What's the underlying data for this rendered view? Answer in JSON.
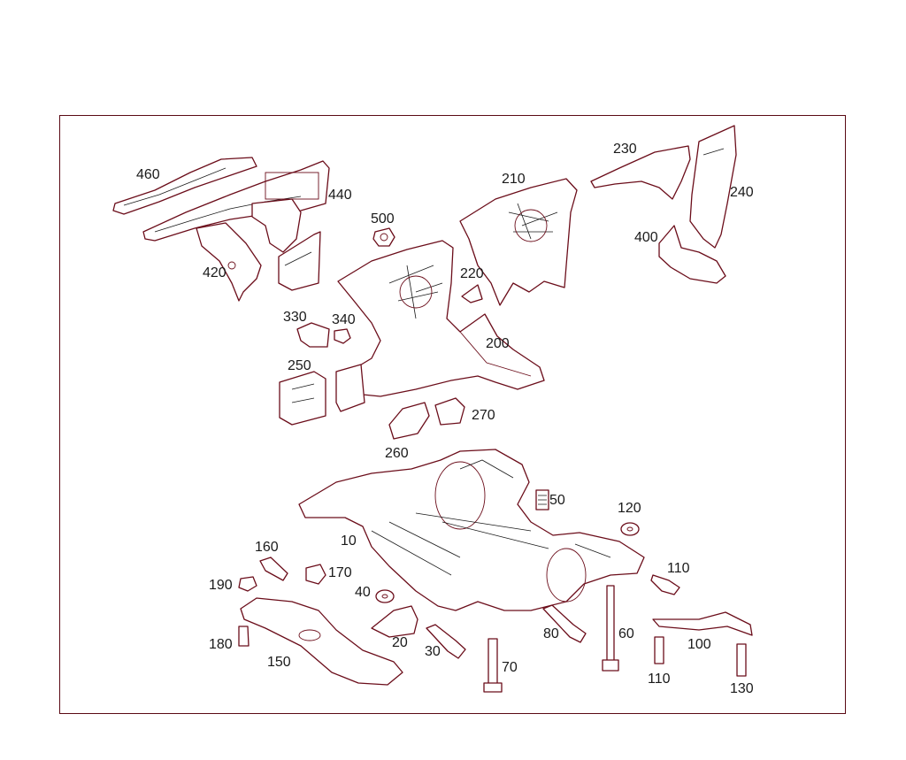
{
  "diagram": {
    "callouts": [
      {
        "id": "c460",
        "label": "460"
      },
      {
        "id": "c440",
        "label": "440"
      },
      {
        "id": "c420",
        "label": "420"
      },
      {
        "id": "c500",
        "label": "500"
      },
      {
        "id": "c210",
        "label": "210"
      },
      {
        "id": "c230",
        "label": "230"
      },
      {
        "id": "c240",
        "label": "240"
      },
      {
        "id": "c400",
        "label": "400"
      },
      {
        "id": "c220",
        "label": "220"
      },
      {
        "id": "c330",
        "label": "330"
      },
      {
        "id": "c340",
        "label": "340"
      },
      {
        "id": "c200",
        "label": "200"
      },
      {
        "id": "c250",
        "label": "250"
      },
      {
        "id": "c270",
        "label": "270"
      },
      {
        "id": "c260",
        "label": "260"
      },
      {
        "id": "c50",
        "label": "50"
      },
      {
        "id": "c120",
        "label": "120"
      },
      {
        "id": "c10",
        "label": "10"
      },
      {
        "id": "c160",
        "label": "160"
      },
      {
        "id": "c170",
        "label": "170"
      },
      {
        "id": "c190",
        "label": "190"
      },
      {
        "id": "c110a",
        "label": "110"
      },
      {
        "id": "c40",
        "label": "40"
      },
      {
        "id": "c180",
        "label": "180"
      },
      {
        "id": "c20",
        "label": "20"
      },
      {
        "id": "c80",
        "label": "80"
      },
      {
        "id": "c60",
        "label": "60"
      },
      {
        "id": "c100",
        "label": "100"
      },
      {
        "id": "c150",
        "label": "150"
      },
      {
        "id": "c30",
        "label": "30"
      },
      {
        "id": "c70",
        "label": "70"
      },
      {
        "id": "c110b",
        "label": "110"
      },
      {
        "id": "c130",
        "label": "130"
      }
    ]
  }
}
